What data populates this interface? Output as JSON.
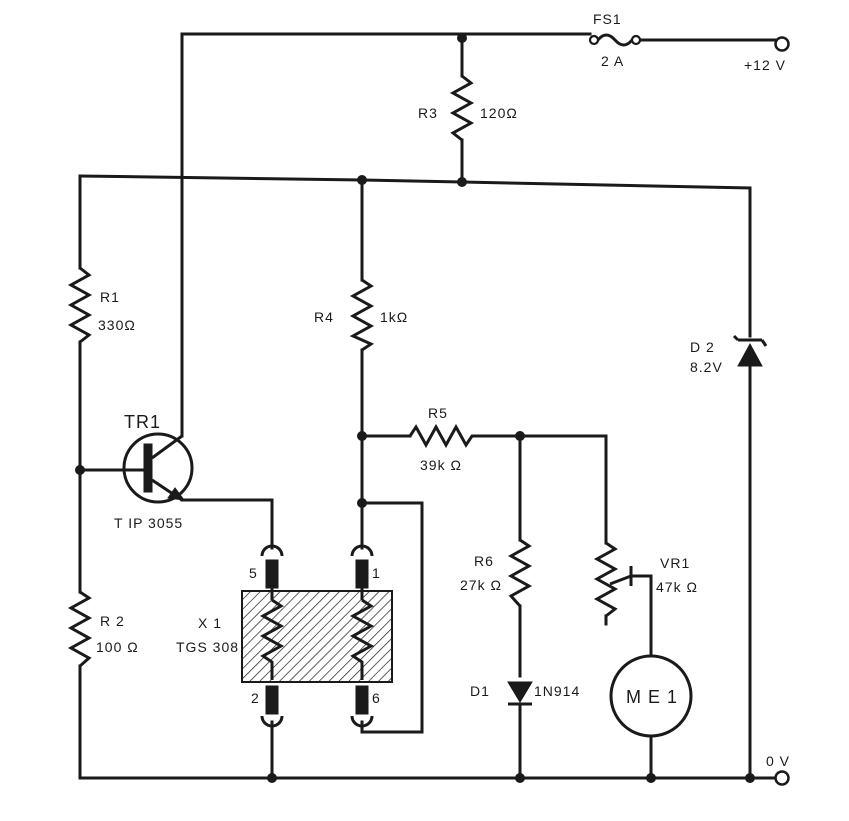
{
  "components": {
    "fs1": {
      "ref": "FS1",
      "value": "2 A"
    },
    "r3": {
      "ref": "R3",
      "value": "120Ω"
    },
    "r1": {
      "ref": "R1",
      "value": "330Ω"
    },
    "r4": {
      "ref": "R4",
      "value": "1kΩ"
    },
    "d2": {
      "ref": "D 2",
      "value": "8.2V"
    },
    "tr1": {
      "ref": "TR1",
      "value": "T IP 3055"
    },
    "r5": {
      "ref": "R5",
      "value": "39k Ω"
    },
    "r6": {
      "ref": "R6",
      "value": "27k Ω"
    },
    "vr1": {
      "ref": "VR1",
      "value": "47k Ω"
    },
    "r2": {
      "ref": "R 2",
      "value": "100 Ω"
    },
    "x1": {
      "ref": "X 1",
      "value": "TGS 308",
      "pins": [
        "5",
        "1",
        "2",
        "6"
      ]
    },
    "d1": {
      "ref": "D1",
      "value": "1N914"
    },
    "me1": {
      "ref": "M E 1"
    }
  },
  "terminals": {
    "supply": "+12 V",
    "ground": "0 V"
  }
}
